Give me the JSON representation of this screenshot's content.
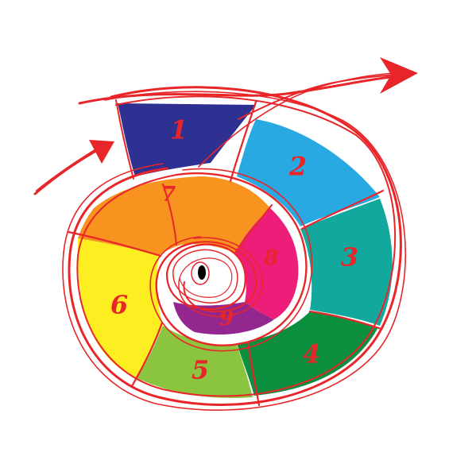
{
  "snail_diagram": {
    "segments": [
      {
        "label": "1",
        "color": "#2e3192"
      },
      {
        "label": "2",
        "color": "#29a9e1"
      },
      {
        "label": "3",
        "color": "#13a89e"
      },
      {
        "label": "4",
        "color": "#0b8f3f"
      },
      {
        "label": "5",
        "color": "#8bc53f"
      },
      {
        "label": "6",
        "color": "#fcee21"
      },
      {
        "label": "7",
        "color": "#f7931e"
      },
      {
        "label": "8",
        "color": "#ed1e79"
      },
      {
        "label": "9",
        "color": "#93278f"
      }
    ],
    "stroke_color": "#e8262a",
    "eye_color": "#000000"
  }
}
